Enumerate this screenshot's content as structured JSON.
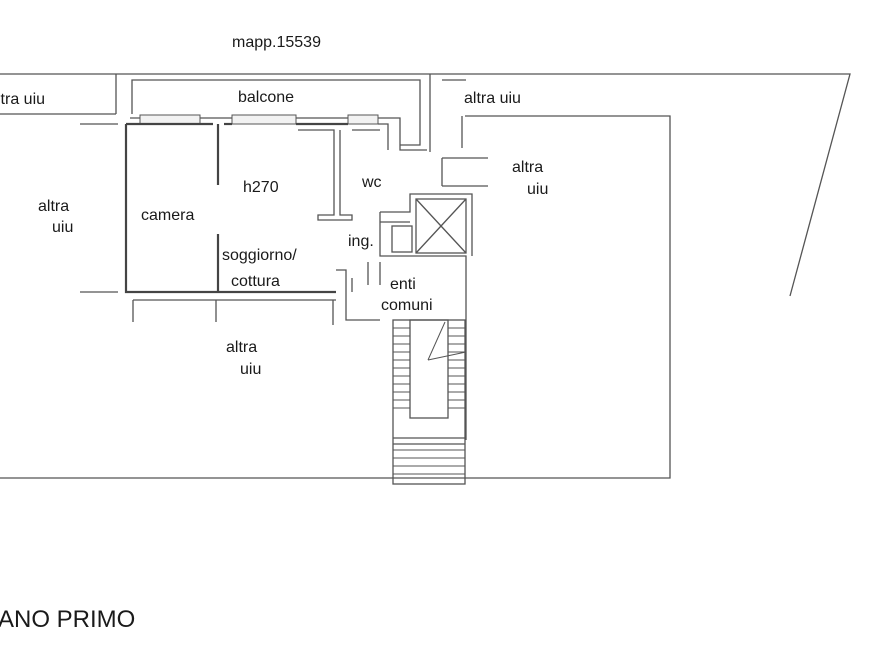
{
  "plan": {
    "parcel": "mapp.15539",
    "floor_title": "ANO PRIMO",
    "rooms": {
      "altra_uiu_top_left": "ltra uiu",
      "balcone": "balcone",
      "altra_uiu_top_right": "altra uiu",
      "altra_uiu_left_1": "altra",
      "altra_uiu_left_2": "uiu",
      "camera": "camera",
      "h270": "h270",
      "wc": "wc",
      "altra_uiu_right_1": "altra",
      "altra_uiu_right_2": "uiu",
      "ing": "ing.",
      "soggiorno": "soggiorno/",
      "cottura": "cottura",
      "enti": "enti",
      "comuni": "comuni",
      "altra_uiu_bottom_1": "altra",
      "altra_uiu_bottom_2": "uiu"
    }
  }
}
